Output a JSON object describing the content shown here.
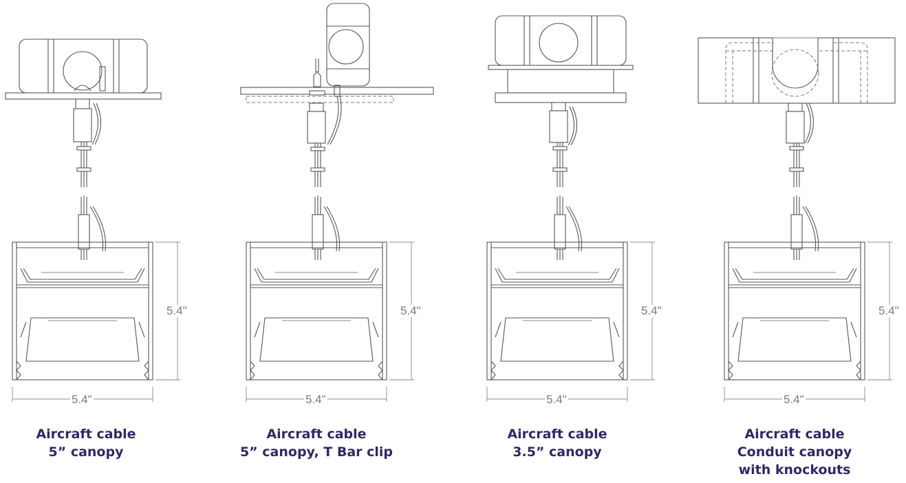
{
  "dimension_unit_label": "5.4\"",
  "panels": [
    {
      "canopy": "5-inch-canopy",
      "caption": [
        "Aircraft cable",
        "5” canopy"
      ],
      "width_label": "5.4\"",
      "height_label": "5.4\""
    },
    {
      "canopy": "t-bar-clip",
      "caption": [
        "Aircraft cable",
        "5” canopy, T Bar clip"
      ],
      "width_label": "5.4\"",
      "height_label": "5.4\""
    },
    {
      "canopy": "3.5-inch-canopy",
      "caption": [
        "Aircraft cable",
        "3.5” canopy"
      ],
      "width_label": "5.4\"",
      "height_label": "5.4\""
    },
    {
      "canopy": "conduit-canopy",
      "caption": [
        "Aircraft cable",
        "Conduit canopy",
        "with knockouts"
      ],
      "width_label": "5.4\"",
      "height_label": "5.4\""
    }
  ]
}
